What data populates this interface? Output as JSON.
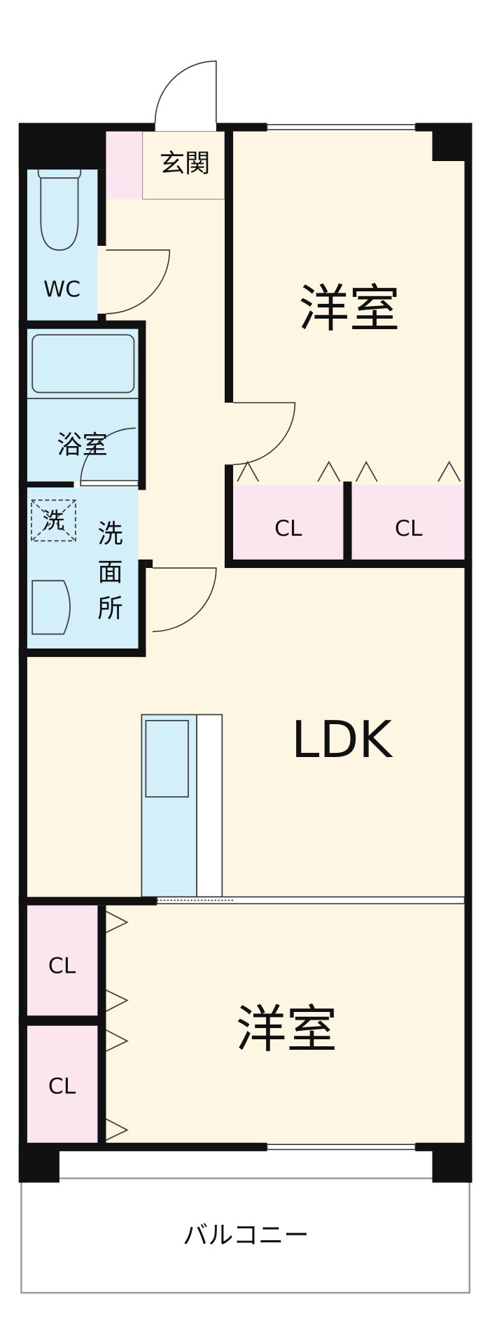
{
  "rooms": {
    "genkan": "玄関",
    "wc": "WC",
    "bath": "浴室",
    "washer": "洗",
    "washroom": [
      "洗",
      "面",
      "所"
    ],
    "bedroom_top": "洋室",
    "closet_top_1": "CL",
    "closet_top_2": "CL",
    "ldk": "LDK",
    "bedroom_bottom": "洋室",
    "closet_bottom_1": "CL",
    "closet_bottom_2": "CL",
    "balcony": "バルコニー"
  },
  "colors": {
    "room": "#fdf6e3",
    "wet": "#d3effa",
    "closet": "#fbe5ef",
    "wall": "#111111"
  }
}
